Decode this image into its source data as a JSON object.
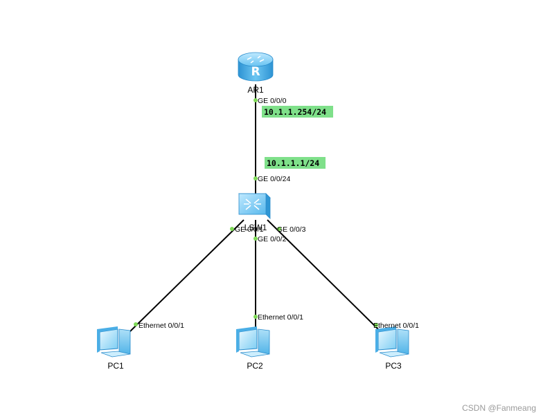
{
  "devices": {
    "router": {
      "name": "AR1"
    },
    "switch": {
      "name": "LSW1"
    },
    "pc1": {
      "name": "PC1"
    },
    "pc2": {
      "name": "PC2"
    },
    "pc3": {
      "name": "PC3"
    }
  },
  "ports": {
    "ar1_ge000": "GE 0/0/0",
    "lsw1_ge0024": "GE 0/0/24",
    "lsw1_ge001": "GE 0/0/1",
    "lsw1_ge002": "GE 0/0/2",
    "lsw1_ge003": "GE 0/0/3",
    "pc1_eth": "Ethernet 0/0/1",
    "pc2_eth": "Ethernet 0/0/1",
    "pc3_eth": "Ethernet 0/0/1"
  },
  "ip_labels": {
    "ar1": "10.1.1.254/24",
    "lsw1": "10.1.1.1/24"
  },
  "colors": {
    "ip_highlight": "#7fe08a",
    "port_dot": "#7ed957",
    "link": "#000000",
    "device_blue": "#4ab3ea"
  },
  "watermark": "CSDN @Fanmeang"
}
